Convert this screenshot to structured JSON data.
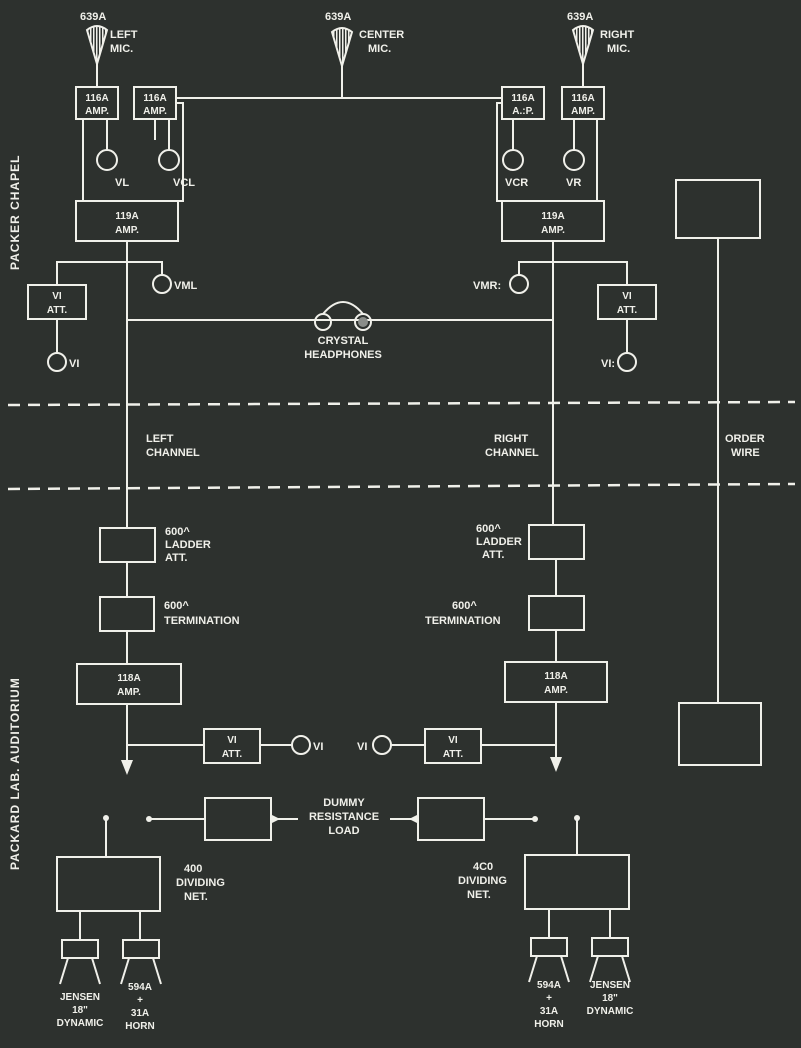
{
  "section_labels": {
    "packer_chapel": "PACKER CHAPEL",
    "packard_lab": "PACKARD LAB. AUDITORIUM"
  },
  "microphones": {
    "left": {
      "model": "639A",
      "label": [
        "LEFT",
        "MIC."
      ]
    },
    "center": {
      "model": "639A",
      "label": [
        "CENTER",
        "MIC."
      ]
    },
    "right": {
      "model": "639A",
      "label": [
        "RIGHT",
        "MIC."
      ]
    }
  },
  "amp_116a": [
    "116A",
    "AMP."
  ],
  "amp_116a_right_inner": [
    "116A",
    "A.:P."
  ],
  "meters": {
    "vl": "VL",
    "vcl": "VCL",
    "vcr": "VCR",
    "vr": "VR",
    "vml": "VML",
    "vmr": "VMR:",
    "vi": "VI",
    "vi_right": "VI:"
  },
  "amp_119a": [
    "119A",
    "AMP."
  ],
  "vi_att": [
    "VI",
    "ATT."
  ],
  "headphones": [
    "CRYSTAL",
    "HEADPHONES"
  ],
  "channels": {
    "left": [
      "LEFT",
      "CHANNEL"
    ],
    "right": [
      "RIGHT",
      "CHANNEL"
    ],
    "order": [
      "ORDER",
      "WIRE"
    ]
  },
  "ladder": {
    "left": [
      "600^",
      "LADDER",
      "ATT."
    ],
    "right": [
      "600^",
      "LADDER",
      "ATT."
    ]
  },
  "termination": {
    "left": [
      "600^",
      "TERMINATION"
    ],
    "right": [
      "600^",
      "TERMINATION"
    ]
  },
  "amp_118a": [
    "118A",
    "AMP."
  ],
  "dummy_load": [
    "DUMMY",
    "RESISTANCE",
    "LOAD"
  ],
  "dividing": {
    "left": [
      "400",
      "DIVIDING",
      "NET."
    ],
    "right": [
      "4C0",
      "DIVIDING",
      "NET."
    ]
  },
  "speakers": {
    "left_jensen": [
      "JENSEN",
      "18\"",
      "DYNAMIC"
    ],
    "left_horn": [
      "594A",
      "+",
      "31A",
      "HORN"
    ],
    "right_horn": [
      "594A",
      "+",
      "31A",
      "HORN"
    ],
    "right_jensen": [
      "JENSEN",
      "18\"",
      "DYNAMIC"
    ]
  }
}
